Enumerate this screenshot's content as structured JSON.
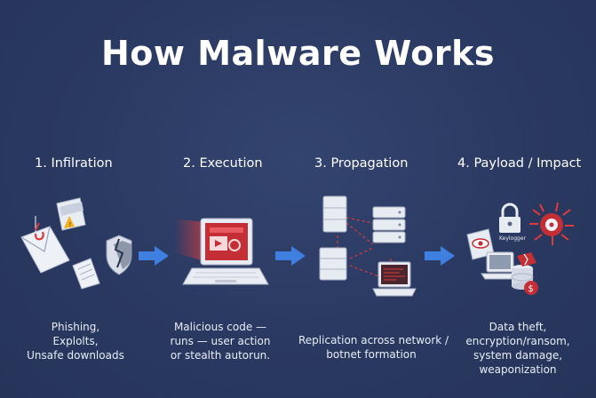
{
  "title": "How Malware Works",
  "steps": [
    {
      "heading": "1. Infilration",
      "lines": [
        "Phishing,",
        "Explolts,",
        "Unsafe downloads"
      ]
    },
    {
      "heading": "2. Execution",
      "lines": [
        "Malicious code —",
        "runs — user action",
        "or stealth autorun."
      ]
    },
    {
      "heading": "3. Propagation",
      "lines": [
        "Replication across network /",
        "botnet formation"
      ]
    },
    {
      "heading": "4. Payload / Impact",
      "lines": [
        "Data theft,",
        "encryption/ransom,",
        "system damage,",
        "weaponization"
      ]
    }
  ],
  "labels": {
    "keylogger": "Keylogger"
  },
  "colors": {
    "background": "#2b3a64",
    "arrow": "#3f7fe0",
    "danger": "#e03a3a",
    "device": "#e9edf3"
  }
}
